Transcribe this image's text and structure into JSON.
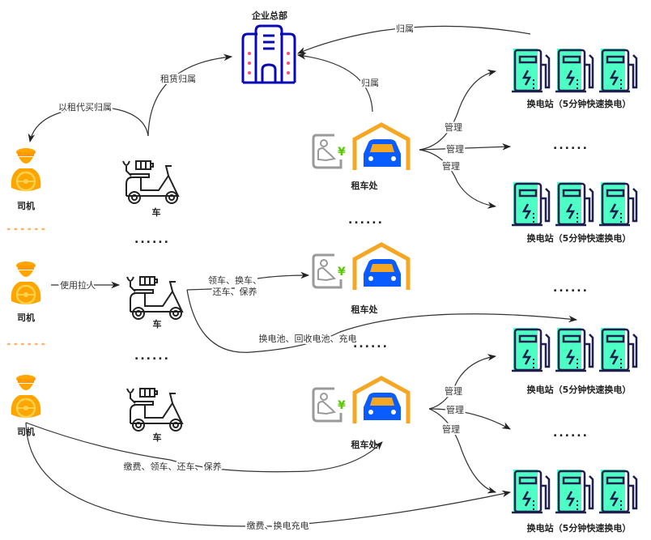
{
  "nodes": {
    "hq": "企业总部",
    "driver": "司机",
    "vehicle": "车",
    "rental": "租车处",
    "station": "换电站（5分钟快速换电）",
    "ellipsis": "......"
  },
  "edges": {
    "station_to_hq": "归属",
    "vehicle_to_hq": "租赁归属",
    "vehicle_to_driver": "以租代买归属",
    "rental_to_hq": "归属",
    "manage": "管理",
    "driver_uses_vehicle": "使用拉人",
    "vehicle_to_rental_line1": "领车、换车、",
    "vehicle_to_rental_line2": "还车、保养",
    "vehicle_to_station": "换电池、回收电池、充电",
    "driver_to_rental": "缴费、领车、还车、保养",
    "driver_to_station": "缴费、换电充电"
  },
  "colors": {
    "hq_blue": "#0a0ab4",
    "hq_dots": "#ff4d7a",
    "driver_orange": "#ffa500",
    "rental_orange": "#f5a623",
    "car_blue": "#0a5cff",
    "pump_green": "#4dffc4",
    "pump_outline": "#1f1f4d",
    "yen_green": "#5ac800",
    "separator_orange": "#ffb366"
  },
  "icons": {
    "hq": "office-building-icon",
    "driver": "driver-icon",
    "vehicle": "electric-scooter-icon",
    "rental": "car-rental-icon",
    "station": "battery-swap-station-icon"
  }
}
